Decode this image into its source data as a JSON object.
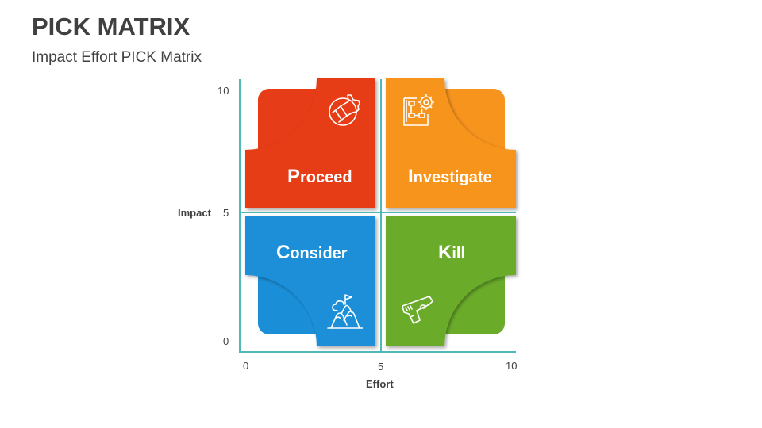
{
  "header": {
    "title": "PICK MATRIX",
    "subtitle": "Impact Effort PICK Matrix"
  },
  "axes": {
    "y_label": "Impact",
    "x_label": "Effort",
    "y_ticks": [
      "10",
      "5",
      "0"
    ],
    "x_ticks": [
      "0",
      "5",
      "10"
    ],
    "axis_color": "#4fb8b8"
  },
  "quadrants": [
    {
      "position": "top-left",
      "first": "P",
      "rest": "roceed",
      "label": "Proceed",
      "color": "#e63c17",
      "icon": "thumbs-up-icon"
    },
    {
      "position": "top-right",
      "first": "I",
      "rest": "nvestigate",
      "label": "Investigate",
      "color": "#f7941d",
      "icon": "blueprint-gear-icon"
    },
    {
      "position": "bottom-left",
      "first": "C",
      "rest": "onsider",
      "label": "Consider",
      "color": "#1a8fd8",
      "icon": "mountain-flag-icon"
    },
    {
      "position": "bottom-right",
      "first": "K",
      "rest": "ill",
      "label": "Kill",
      "color": "#6aac2a",
      "icon": "pistol-icon"
    }
  ]
}
